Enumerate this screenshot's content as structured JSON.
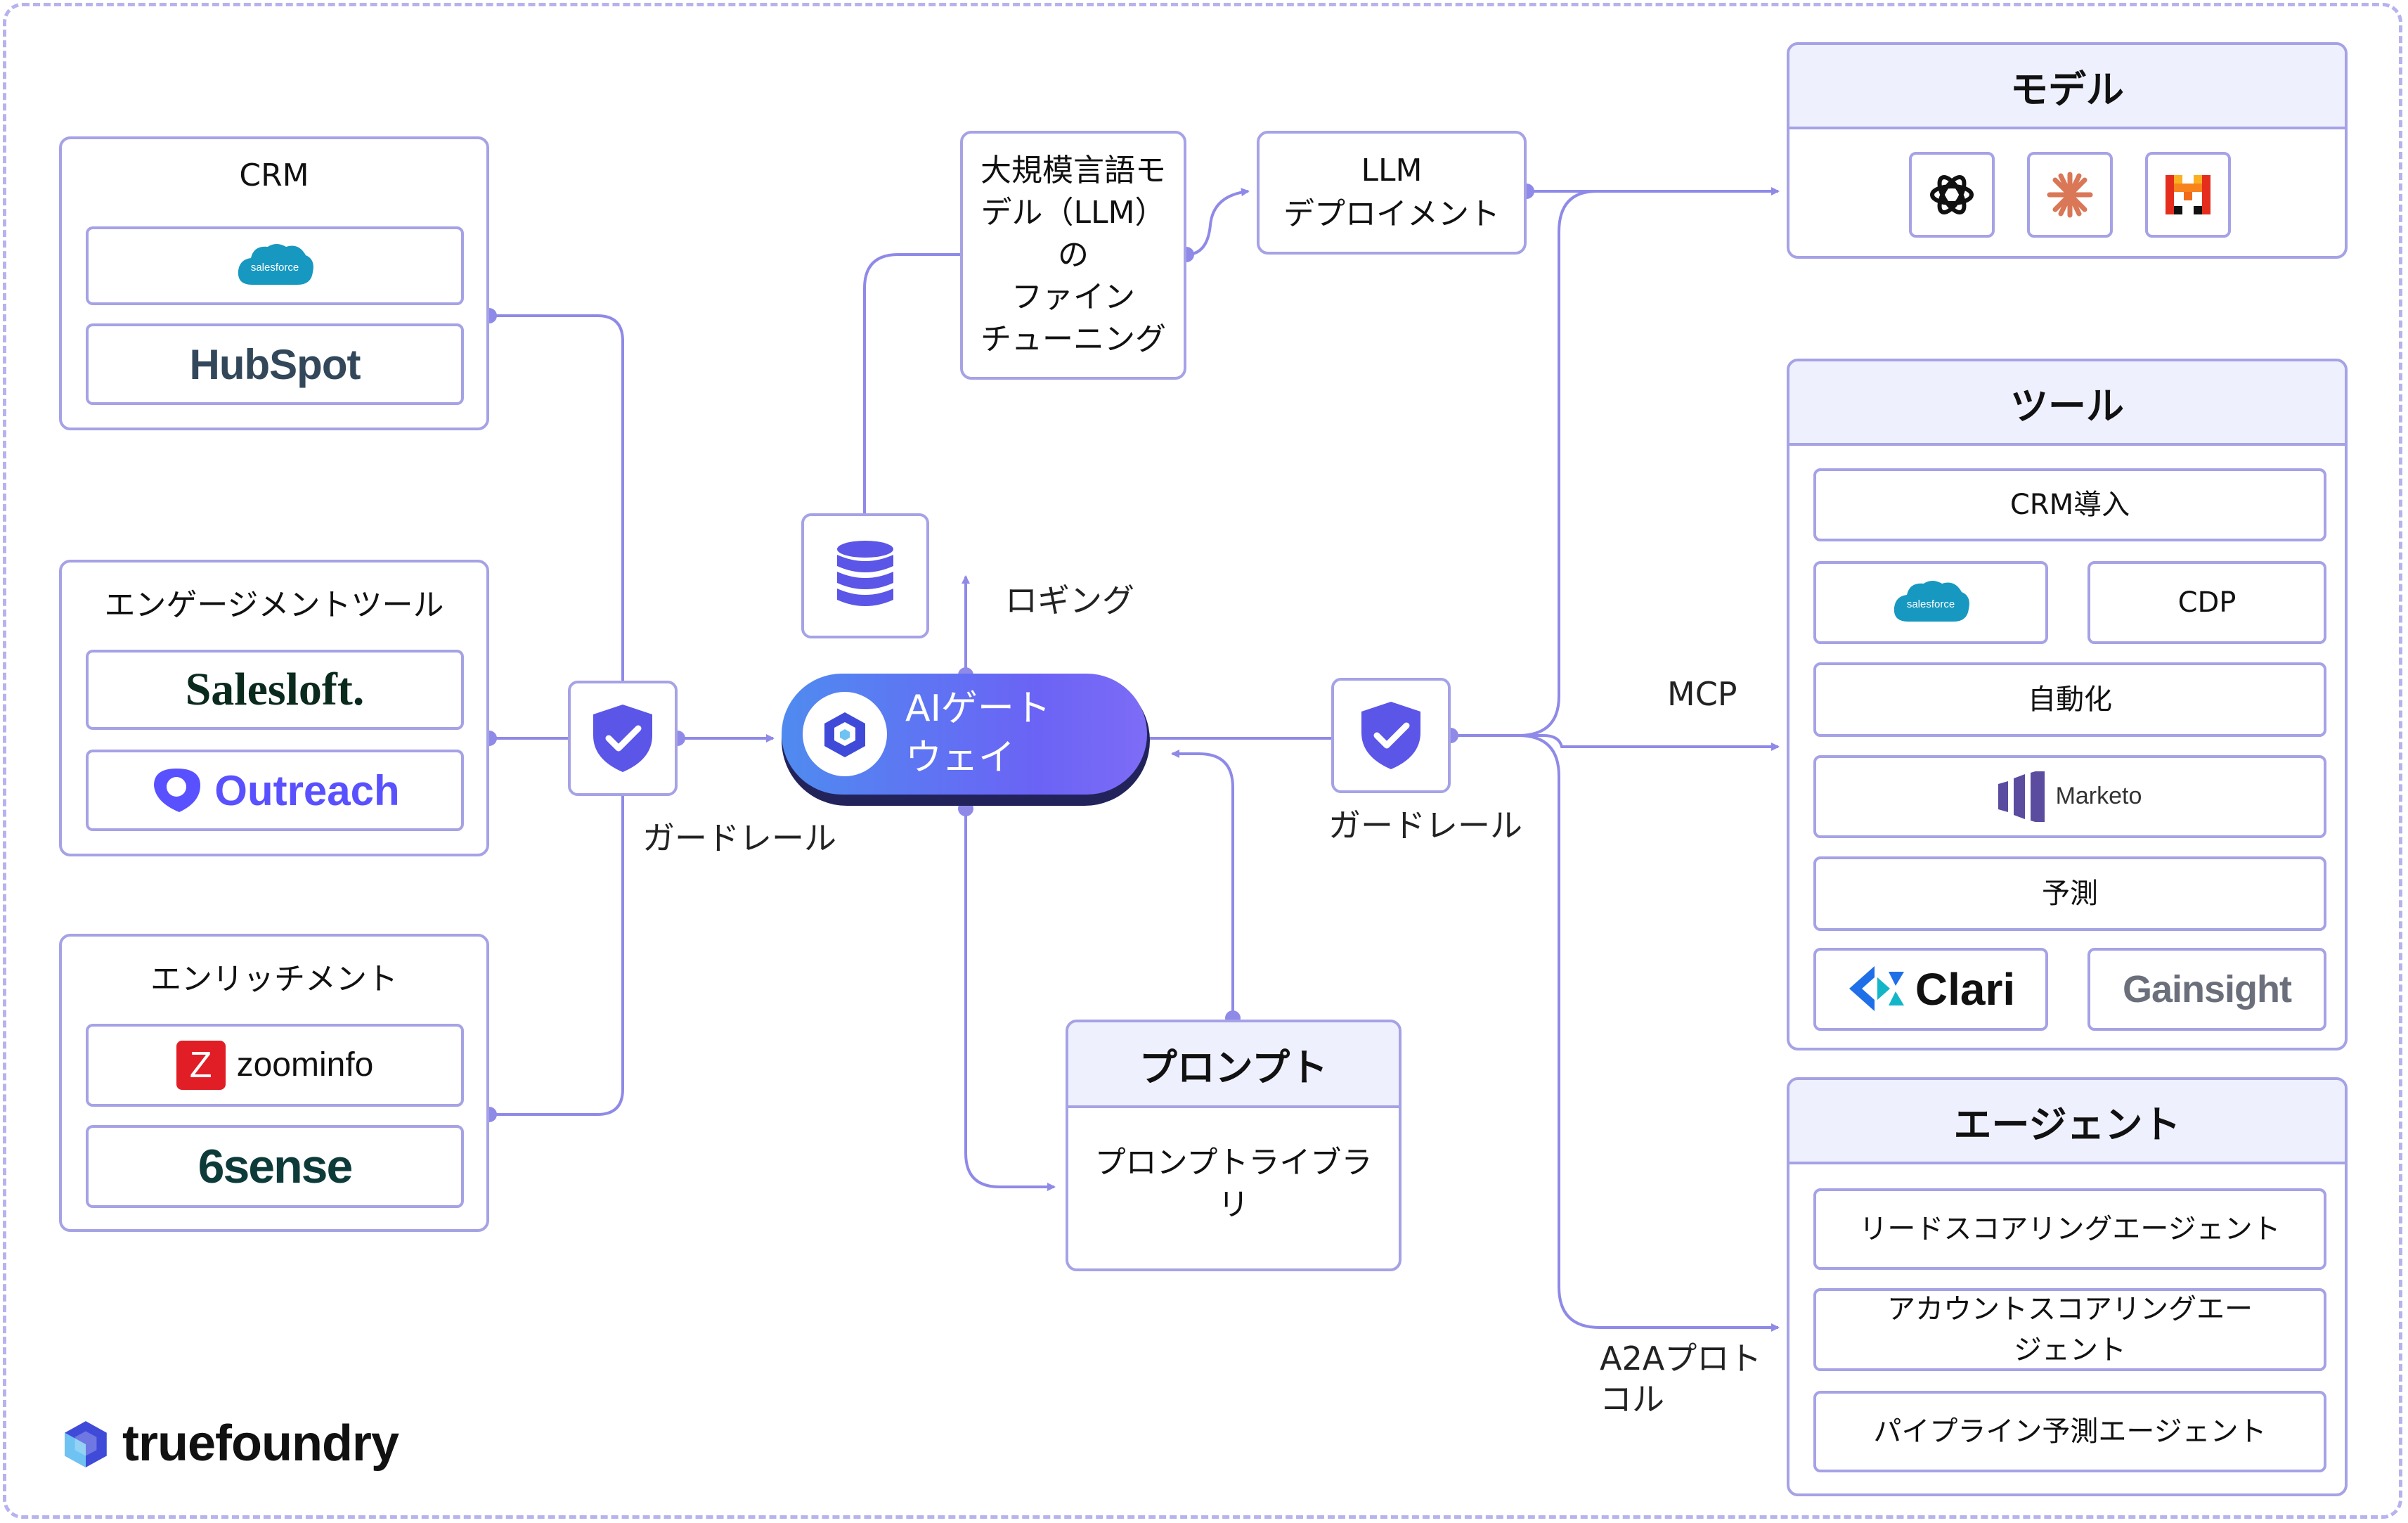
{
  "left": {
    "crm": {
      "title": "CRM",
      "logos": [
        "salesforce",
        "HubSpot"
      ]
    },
    "engagement": {
      "title": "エンゲージメントツール",
      "logos": [
        "Salesloft.",
        "Outreach"
      ]
    },
    "enrichment": {
      "title": "エンリッチメント",
      "logos": [
        "zoominfo",
        "6sense"
      ]
    }
  },
  "center": {
    "gateway_label": "AIゲート\nウェイ",
    "guardrail_left_label": "ガードレール",
    "guardrail_right_label": "ガードレール",
    "logging_label": "ロギング",
    "finetune_label": "大規模言語モ\nデル（LLM）\nの\nファイン\nチューニング",
    "deploy_label": "LLM\nデプロイメント",
    "prompt": {
      "title": "プロンプト",
      "library": "プロンプトライブラ\nリ"
    }
  },
  "connectors": {
    "mcp": "MCP",
    "a2a": "A2Aプロト\nコル"
  },
  "right": {
    "models": {
      "title": "モデル",
      "icons": [
        "openai-icon",
        "anthropic-icon",
        "mistral-icon"
      ]
    },
    "tools": {
      "title": "ツール",
      "crm_integration": "CRM導入",
      "salesforce": "salesforce",
      "cdp": "CDP",
      "automation": "自動化",
      "marketo": "Marketo",
      "forecast": "予測",
      "clari": "Clari",
      "gainsight": "Gainsight"
    },
    "agents": {
      "title": "エージェント",
      "items": [
        "リードスコアリングエージェント",
        "アカウントスコアリングエー\nジェント",
        "パイプライン予測エージェント"
      ]
    }
  },
  "brand": {
    "name": "truefoundry"
  },
  "colors": {
    "accent": "#6b63f5",
    "line": "#8f8ae8",
    "border": "#a6a2e6",
    "header_bg": "#eef0fd"
  }
}
